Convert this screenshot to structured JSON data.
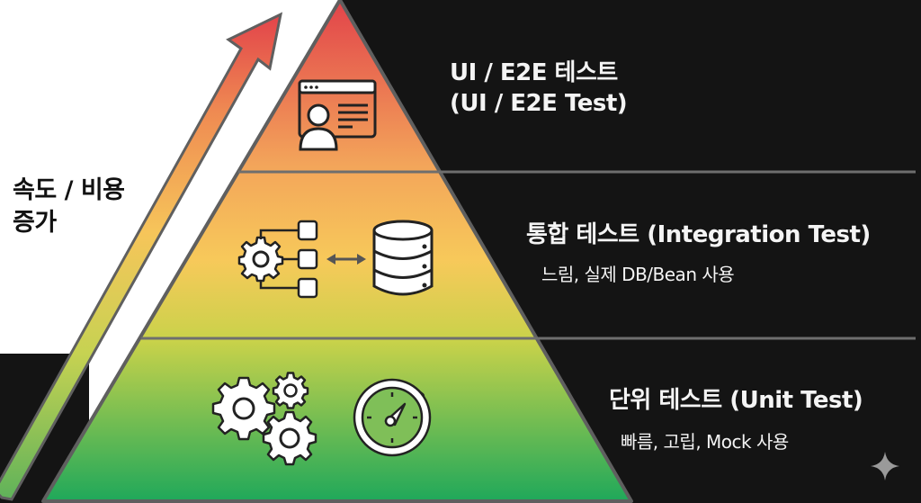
{
  "side_label": {
    "line1": "속도 / 비용",
    "line2": "증가"
  },
  "layers": [
    {
      "title_line1": "UI / E2E 테스트",
      "title_line2": "(UI / E2E Test)",
      "icon": "browser-user-icon",
      "color_top": "#e2434a",
      "color_bottom": "#f3a55a"
    },
    {
      "title": "통합 테스트 (Integration Test)",
      "subtitle": "느림, 실제 DB/Bean 사용",
      "icon": "gear-nodes-database-icon",
      "color_top": "#f4aa58",
      "color_bottom": "#c9d24a"
    },
    {
      "title": "단위 테스트 (Unit Test)",
      "subtitle": "빠름, 고립, Mock 사용",
      "icon": "gears-stopwatch-icon",
      "color_top": "#b5cd4e",
      "color_bottom": "#22a85a"
    }
  ],
  "arrow": {
    "direction": "up-right",
    "meaning": "속도 / 비용 증가"
  },
  "colors": {
    "background_dark": "#141414",
    "background_light": "#ffffff",
    "divider": "#6e6e6e",
    "outline": "#5f5f5f",
    "sparkle": "#9a9a9a"
  }
}
